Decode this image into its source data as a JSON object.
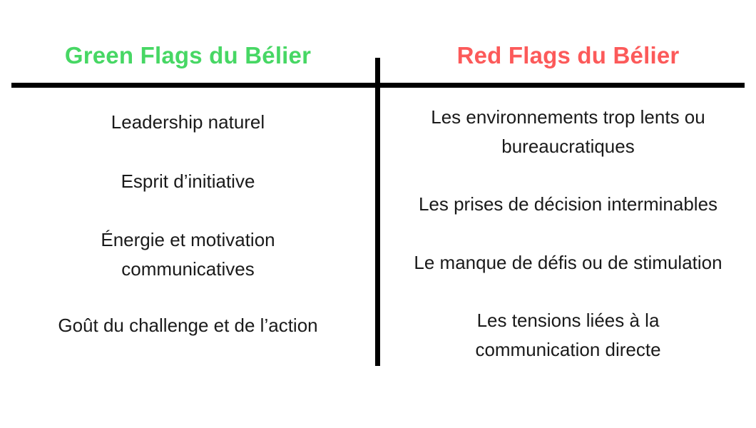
{
  "page": {
    "background": "#ffffff",
    "text_color": "#1a1a1a",
    "divider_color": "#000000"
  },
  "table": {
    "columns": [
      {
        "id": "green-flags",
        "header": "Green Flags du Bélier",
        "header_color": "#47d764",
        "items": [
          [
            "Leadership naturel"
          ],
          [
            "Esprit d’initiative"
          ],
          [
            "Énergie et motivation",
            "communicatives"
          ],
          [
            "Goût du challenge et de l’action"
          ]
        ]
      },
      {
        "id": "red-flags",
        "header": "Red Flags du Bélier",
        "header_color": "#fc5a5a",
        "items": [
          [
            "Les environnements trop lents ou",
            "bureaucratiques"
          ],
          [
            "Les prises de décision interminables"
          ],
          [
            "Le manque de défis ou de stimulation"
          ],
          [
            "Les tensions liées à la",
            "communication directe"
          ]
        ]
      }
    ]
  }
}
